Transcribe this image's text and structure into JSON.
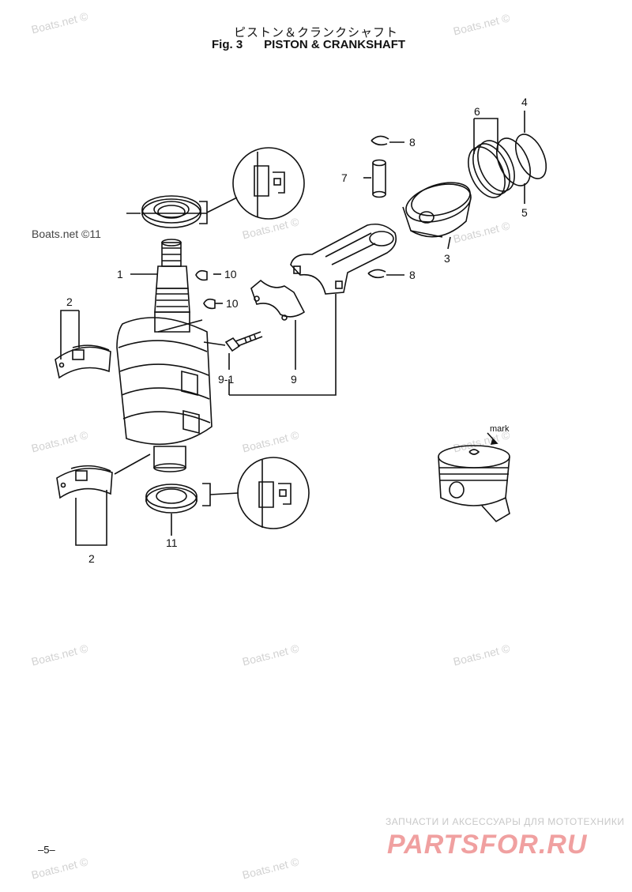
{
  "header": {
    "title_jp": "ピストン＆クランクシャフト",
    "fig_label": "Fig. 3",
    "title_en": "PISTON & CRANKSHAFT"
  },
  "watermark": {
    "text": "Boats.net ©",
    "callout_text": "Boats.net ©11"
  },
  "callouts": {
    "c1": "1",
    "c2a": "2",
    "c2b": "2",
    "c3": "3",
    "c4": "4",
    "c5": "5",
    "c6": "6",
    "c7": "7",
    "c8a": "8",
    "c8b": "8",
    "c9": "9",
    "c91": "9-1",
    "c10a": "10",
    "c10b": "10",
    "c11": "11",
    "mark": "mark"
  },
  "footer": {
    "page_number": "–5–",
    "promo_tagline": "ЗАПЧАСТИ И АКСЕССУАРЫ ДЛЯ МОТОТЕХНИКИ",
    "promo_logo": "PARTSFOR.RU"
  },
  "colors": {
    "line": "#111111",
    "watermark": "#d2d2d2",
    "promo_logo": "#f0a0a0"
  }
}
